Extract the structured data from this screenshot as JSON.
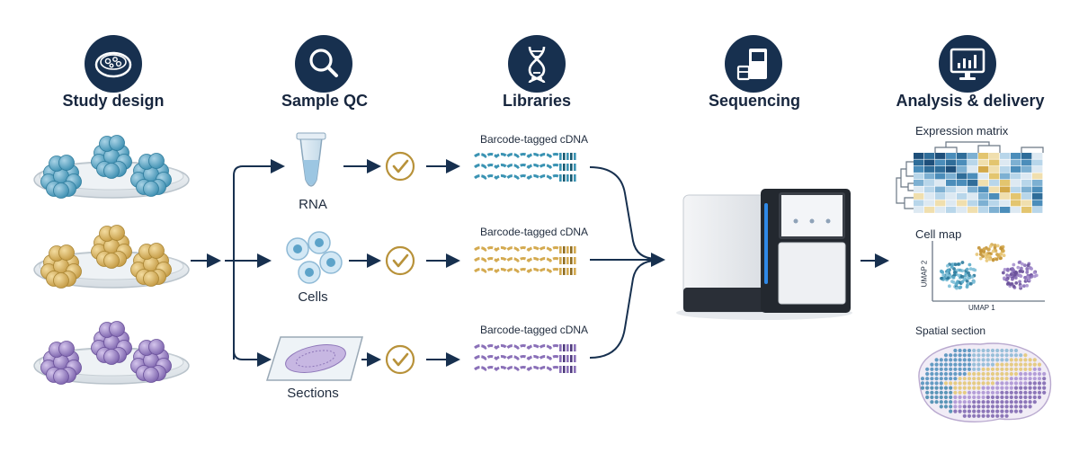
{
  "stages": [
    {
      "title": "Study design",
      "icon": "petri-dish-icon"
    },
    {
      "title": "Sample QC",
      "icon": "magnifier-icon"
    },
    {
      "title": "Libraries",
      "icon": "dna-helix-icon"
    },
    {
      "title": "Sequencing",
      "icon": "sequencer-icon"
    },
    {
      "title": "Analysis & delivery",
      "icon": "monitor-chart-icon"
    }
  ],
  "samples": [
    {
      "label": "RNA",
      "icon": "tube-icon"
    },
    {
      "label": "Cells",
      "icon": "cells-icon"
    },
    {
      "label": "Sections",
      "icon": "tissue-slide-icon"
    }
  ],
  "libraries": {
    "label": "Barcode-tagged cDNA"
  },
  "analysis": {
    "expression_label": "Expression matrix",
    "cellmap_label": "Cell map",
    "umap_x": "UMAP 1",
    "umap_y": "UMAP 2",
    "spatial_label": "Spatial section"
  },
  "colors": {
    "navy": "#17304f",
    "teal": "#3a93b3",
    "gold": "#d8b05a",
    "purple": "#8a70b8",
    "check": "#b8923a",
    "blue_light": "#bcd8ea"
  }
}
